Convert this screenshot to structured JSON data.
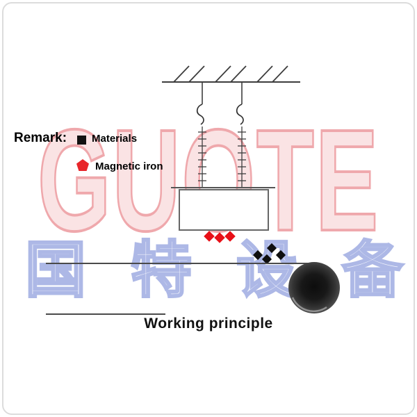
{
  "title": "Working principle",
  "legend": {
    "remark": "Remark:",
    "materials": "Materials",
    "magnetic_iron": "Magnetic iron",
    "materials_swatch_color": "#111111",
    "magnetic_swatch_color": "#e8262a"
  },
  "watermark": {
    "brand": "GUOTE",
    "brand_cn": "国特设备",
    "brand_pink": "#efa8ac",
    "cn_blue": "#adb8e6"
  },
  "colors": {
    "line": "#3f3f3f",
    "magnetic_particle_red": "#e81018",
    "material_particle_black": "#0f0f0f",
    "magnet_box_fill": "#ffffff",
    "magnet_box_stroke": "#666666"
  }
}
